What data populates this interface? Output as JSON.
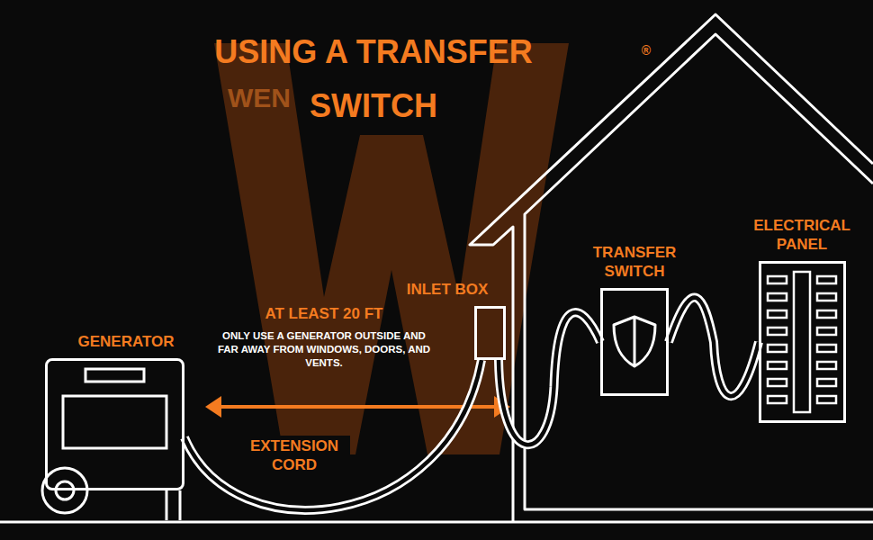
{
  "diagram": {
    "title": "USING A TRANSFER SWITCH",
    "nodes": [
      {
        "text": [
          "GENERATOR"
        ]
      },
      {
        "text": [
          "INLET BOX"
        ]
      },
      {
        "text": [
          "TRANSFER SWITCH"
        ]
      },
      {
        "text": [
          "ELECTRICAL PANEL"
        ]
      }
    ],
    "edges": [
      {
        "from": 0,
        "to": 1,
        "label": "EXTENSION CORD",
        "arrow": "none"
      },
      {
        "from": 1,
        "to": 2,
        "arrow": "none"
      },
      {
        "from": 2,
        "to": 3,
        "arrow": "none"
      }
    ],
    "labels": [
      "AT LEAST 20 FT",
      "ONLY USE A GENERATOR OUTSIDE AND FAR AWAY FROM WINDOWS, DOORS, AND VENTS.",
      "®",
      "WEN"
    ]
  }
}
